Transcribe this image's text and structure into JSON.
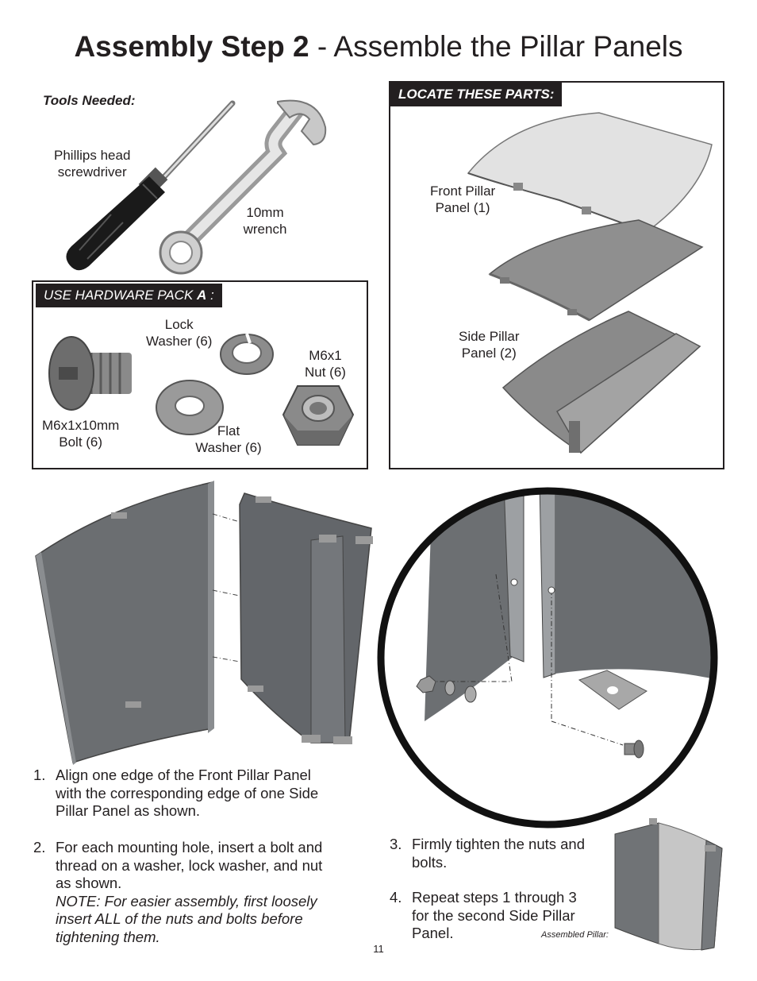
{
  "title": {
    "bold": "Assembly Step 2",
    "rest": " - Assemble the Pillar Panels"
  },
  "tools": {
    "heading": "Tools Needed:",
    "screwdriver": [
      "Phillips head",
      "screwdriver"
    ],
    "wrench": [
      "10mm",
      "wrench"
    ]
  },
  "hardware": {
    "heading_prefix": "USE HARDWARE PACK ",
    "heading_letter": "A",
    "heading_suffix": " :",
    "lock_washer": [
      "Lock",
      "Washer (6)"
    ],
    "nut": [
      "M6x1",
      "Nut (6)"
    ],
    "bolt": [
      "M6x1x10mm",
      "Bolt (6)"
    ],
    "flat_washer": [
      "Flat",
      "Washer (6)"
    ]
  },
  "parts": {
    "heading": "LOCATE THESE PARTS:",
    "front": [
      "Front Pillar",
      "Panel (1)"
    ],
    "side": [
      "Side Pillar",
      "Panel (2)"
    ]
  },
  "steps": [
    {
      "num": "1.",
      "lines": [
        "Align one edge of the Front Pillar Panel",
        "with the corresponding edge of one Side",
        "Pillar Panel as shown."
      ]
    },
    {
      "num": "2.",
      "lines": [
        "For each mounting hole, insert a bolt and",
        "thread on a washer, lock washer, and nut",
        "as shown."
      ],
      "note": [
        "NOTE: For easier assembly, first loosely",
        "insert ALL of the nuts and bolts before",
        "tightening them."
      ]
    },
    {
      "num": "3.",
      "lines": [
        "Firmly tighten the nuts and",
        "bolts."
      ]
    },
    {
      "num": "4.",
      "lines": [
        "Repeat steps 1 through 3",
        "for the second Side Pillar",
        "Panel."
      ]
    }
  ],
  "assembled_caption": "Assembled Pillar:",
  "page_number": "11"
}
